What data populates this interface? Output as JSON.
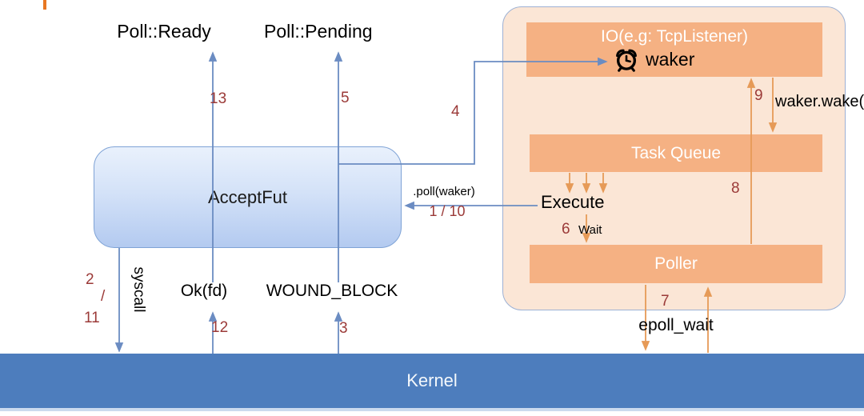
{
  "diagram": {
    "labels": {
      "poll_ready": "Poll::Ready",
      "poll_pending": "Poll::Pending",
      "accept_fut": "AcceptFut",
      "io_box_title": "IO(e.g: TcpListener)",
      "waker": "waker",
      "task_queue": "Task Queue",
      "poller": "Poller",
      "execute": "Execute",
      "kernel": "Kernel",
      "syscall": "syscall",
      "ok_fd": "Ok(fd)",
      "wound_block": "WOUND_BLOCK",
      "epoll_wait": "epoll_wait",
      "poll_waker_call": ".poll(waker)",
      "waker_wake_call": "waker.wake(",
      "wait": "Wait"
    },
    "step_numbers": {
      "s1_10": "1 / 10",
      "s2": "2",
      "slash": "/",
      "s11": "11",
      "s3": "3",
      "s4": "4",
      "s5": "5",
      "s6": "6",
      "s7": "7",
      "s8": "8",
      "s9": "9",
      "s12": "12",
      "s13": "13"
    },
    "colors": {
      "cursor_orange": "#E87722",
      "orange_box_fill": "#F5B183",
      "container_fill": "#FBE6D6",
      "kernel_blue": "#4D7DBD",
      "step_number_red": "#9B3A38",
      "connector_blue": "#6B8CC2",
      "connector_orange": "#E69A57"
    }
  }
}
